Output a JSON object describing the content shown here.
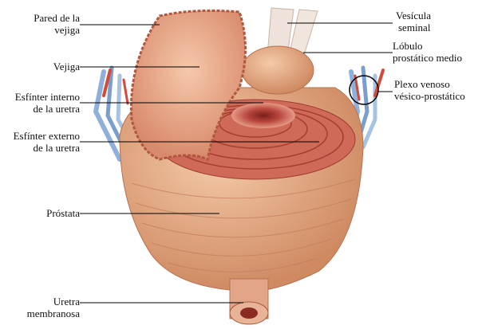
{
  "labels": {
    "bladder_wall": [
      "Pared de la",
      "vejiga"
    ],
    "bladder": "Vejiga",
    "internal_sphincter": [
      "Esfínter interno",
      "de la uretra"
    ],
    "external_sphincter": [
      "Esfínter externo",
      "de la uretra"
    ],
    "prostate": "Próstata",
    "membranous_urethra": [
      "Uretra",
      "membranosa"
    ],
    "seminal_vesicle": [
      "Vesícula",
      "seminal"
    ],
    "middle_lobe": [
      "Lóbulo",
      "prostático medio"
    ],
    "venous_plexus": [
      "Plexo venoso",
      "vésico-prostático"
    ]
  },
  "colors": {
    "flesh": "#e9a98c",
    "muscle": "#c8584a",
    "vein": "#7a9fcf",
    "artery": "#d24a3a"
  }
}
